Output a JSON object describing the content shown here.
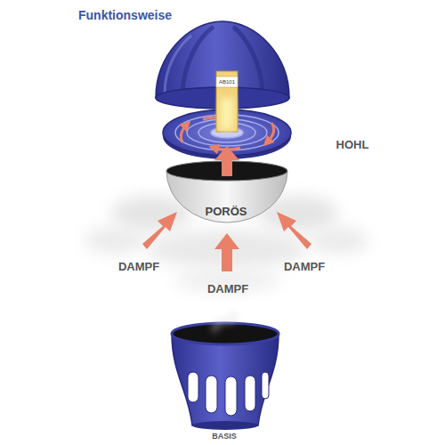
{
  "diagram": {
    "title": "Funktionsweise",
    "labels": [
      "AB101",
      "HOHL",
      "PORÖS",
      "DAMPF",
      "DAMPF",
      "DAMPF",
      "BASIS"
    ]
  }
}
